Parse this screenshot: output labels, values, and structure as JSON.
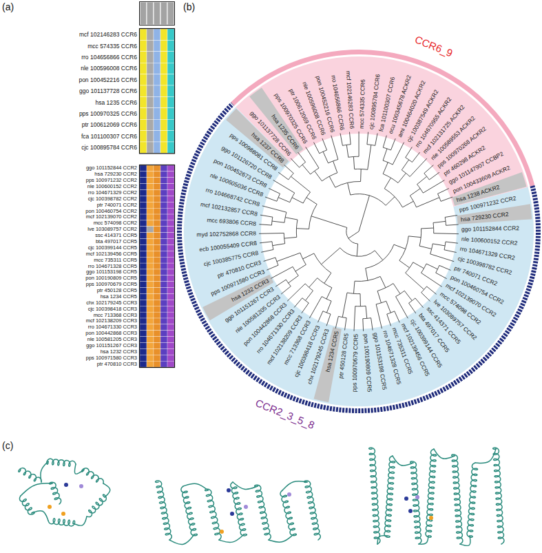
{
  "diagram": {
    "labels": [
      "(a)",
      "mcf 102146283 CCR6",
      "mcc 574335 CCR6",
      "rro 104656866 CCR6",
      "nle 100596008 CCR6",
      "pon 100452216 CCR6",
      "ggo 101137728 CCR6",
      "hsa 1235 CCR6",
      "pps 100970325 CCR6",
      "ptr 100612069 CCR6",
      "fca 101100307 CCR6",
      "cjc 100895784 CCR6",
      "ggo 101152844 CCR2",
      "hsa 729230 CCR2",
      "pps 100971232 CCR2",
      "nle 100600152 CCR2",
      "rro 104671329 CCR2",
      "cjc 100398782 CCR2",
      "ptr 740071 CCR2",
      "pon 100460754 CCR2",
      "mcf 102139070 CCR2",
      "mcc 574098 CCR2",
      "lve 103089757 CCR2",
      "ssc 414371 CCR5",
      "bta 497017 CCR5",
      "cjc 100399144 CCR5",
      "mcf 102139456 CCR5",
      "mcc 735311 CCR5",
      "rro 104671328 CCR5",
      "ggo 101153198 CCR5",
      "pon 100190809 CCR5",
      "pps 100970679 CCR5",
      "ptr 450128 CCR5",
      "hsa 1234 CCR5",
      "chx 102179245 CCR3",
      "cjc 100398418 CCR3",
      "mcc 713368 CCR3",
      "mcf 102138209 CCR3",
      "rro 104671330 CCR3",
      "pon 100442868 CCR3",
      "nle 100581205 CCR3",
      "ggo 101151267 CCR3",
      "hsa 1232 CCR3",
      "pps 100971580 CCR3",
      "ptr 470810 CCR3",
      "(b)",
      "pps 100971232 CCR2",
      "hsa 729230 CCR2",
      "ggo 101152844 CCR2",
      "nle 100600152 CCR2",
      "rro 104671329 CCR2",
      "cjc 100398782 CCR2",
      "ptr 740071 CCR2",
      "pon 100460754 CCR2",
      "mcf 102139070 CCR2",
      "mcc 574098 CCR2",
      "lve 103089757 CCR2",
      "ssc 414371 CCR5",
      "bta 497017 CCR5",
      "cjc 100399144 CCR5",
      "mcf 102139456 CCR5",
      "mcc 735311 CCR5",
      "rro 104671328 CCR5",
      "ggo 101153198 CCR5",
      "pon 100190809 CCR5",
      "pps 100970679 CCR5",
      "ptr 450128 CCR5",
      "hsa 1234 CCR5",
      "chx 102179245 CCR3",
      "cjc 100398418 CCR3",
      "mcc 713368 CCR3",
      "mcf 102138209 CCR3",
      "rro 104671330 CCR3",
      "pon 100442868 CCR3",
      "nle 100581205 CCR3",
      "ggo 101151267 CCR3",
      "hsa 1232 CCR3",
      "pps 100971580 CCR3",
      "ptr 470810 CCR3",
      "cjc 100385775 CCR8",
      "ecb 100055409 CCR8",
      "myd 102752868 CCR8",
      "mcc 693806 CCR8",
      "mcf 102132857 CCR8",
      "rro 104668742 CCR8",
      "nle 100605036 CCR8",
      "pon 100452673 CCR8",
      "ggo 101126720 CCR8",
      "pps 100988081 CCR8",
      "hsa 1237 CCR8",
      "ggo 101137728 CCR6",
      "hsa 1235 CCR6",
      "pps 100970325 CCR6",
      "ptr 100612069 CCR6",
      "nle 100596008 CCR6",
      "pon 100452216 CCR6",
      "rro 104656866 CCR6",
      "mcf 102146283 CCR6",
      "mcc 574335 CCR6",
      "cjc 100895784 CCR6",
      "fca 101100307 CCR6",
      "ocu 100345678 ACKR2",
      "ami 100464020 ACKR2",
      "cjc 100387549 ACKR2",
      "rro 104670955 ACKR2",
      "mcf 102131725 ACKR2",
      "nle 100589553 ACKR2",
      "pps 100970268 ACKR2",
      "ptr 460298 ACKR2",
      "ggo 101147907 CCBP2",
      "pon 100433608 ACKR2",
      "hsa 1238 ACKR2",
      "CCR6_9",
      "CCR2_3_5_8",
      "(c)"
    ]
  }
}
